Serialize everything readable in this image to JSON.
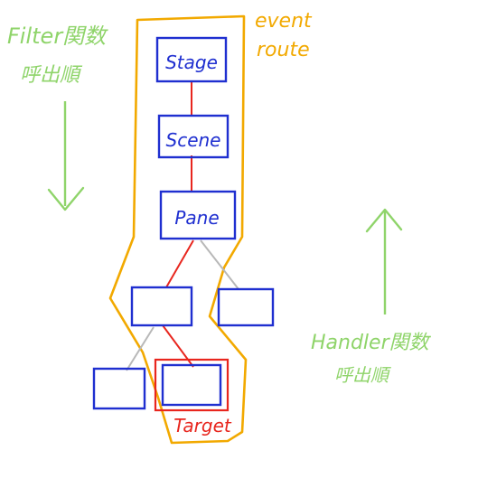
{
  "colors": {
    "background": "#ffffff",
    "node_stroke": "#1f2fd0",
    "node_text": "#1f2fd0",
    "route_stroke": "#f2a900",
    "route_label": "#f2a900",
    "route_edge": "#e8261e",
    "other_edge": "#b8b8b8",
    "target_box": "#e8261e",
    "target_label": "#e8261e",
    "annotation": "#8fd46a"
  },
  "nodes": {
    "stage": "Stage",
    "scene": "Scene",
    "pane": "Pane"
  },
  "route_label": {
    "line1": "event",
    "line2": "route"
  },
  "target_label": "Target",
  "filter_note": {
    "line1": "Filter関数",
    "line2": "呼出順"
  },
  "handler_note": {
    "line1": "Handler関数",
    "line2": "呼出順"
  }
}
